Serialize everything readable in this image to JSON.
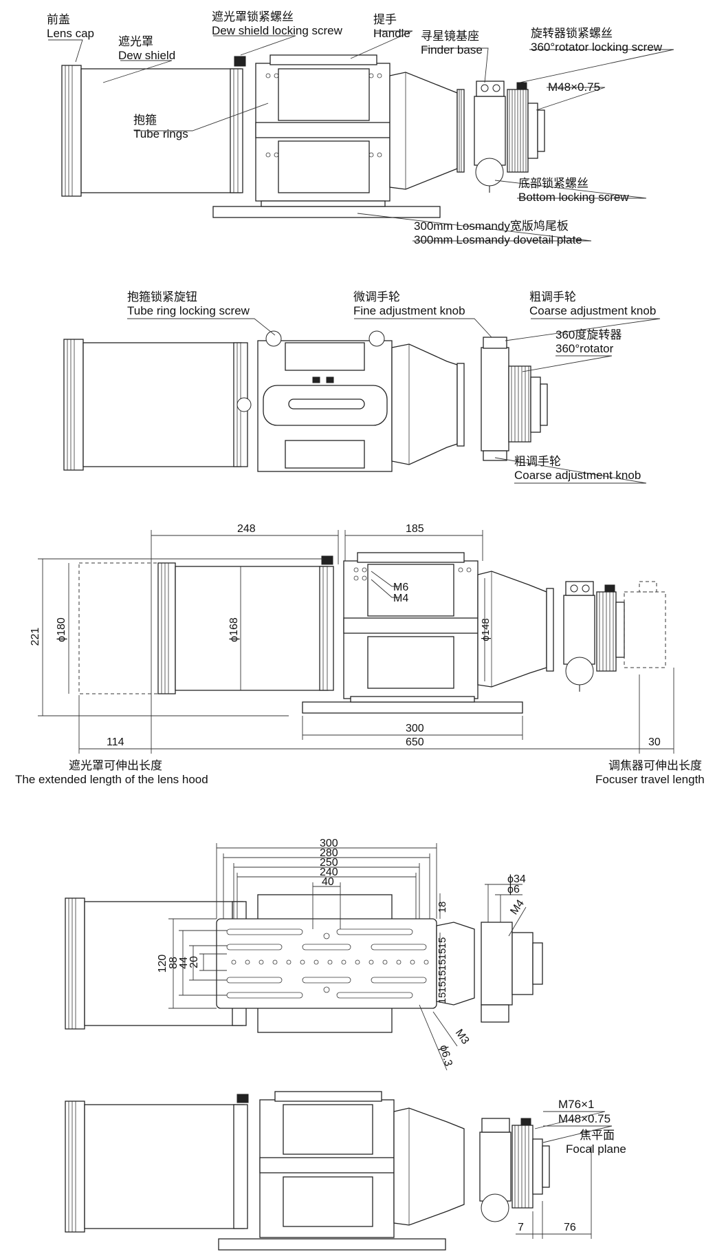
{
  "view1": {
    "lens_cap_cn": "前盖",
    "lens_cap_en": "Lens cap",
    "dew_shield_cn": "遮光罩",
    "dew_shield_en": "Dew shield",
    "dew_screw_cn": "遮光罩锁紧螺丝",
    "dew_screw_en": "Dew shield locking screw",
    "handle_cn": "提手",
    "handle_en": "Handle",
    "finder_cn": "寻星镜基座",
    "finder_en": "Finder base",
    "rot_screw_cn": "旋转器锁紧螺丝",
    "rot_screw_en": "360°rotator locking screw",
    "thread": "M48×0.75",
    "tube_rings_cn": "抱箍",
    "tube_rings_en": "Tube rings",
    "bottom_screw_cn": "底部锁紧螺丝",
    "bottom_screw_en": "Bottom locking screw",
    "dovetail_cn": "300mm Losmandy宽版鸠尾板",
    "dovetail_en": "300mm Losmandy dovetail plate"
  },
  "view2": {
    "ring_knob_cn": "抱箍锁紧旋钮",
    "ring_knob_en": "Tube ring locking screw",
    "fine_cn": "微调手轮",
    "fine_en": "Fine adjustment knob",
    "coarse_cn": "粗调手轮",
    "coarse_en": "Coarse adjustment knob",
    "rotator_cn": "360度旋转器",
    "rotator_en": "360°rotator",
    "coarse2_cn": "粗调手轮",
    "coarse2_en": "Coarse adjustment knob"
  },
  "view3": {
    "d248": "248",
    "d185": "185",
    "d221": "221",
    "phi180": "ϕ180",
    "phi168": "ϕ168",
    "phi148": "ϕ148",
    "m6": "M6",
    "m4": "M4",
    "d300": "300",
    "d114": "114",
    "d650": "650",
    "d30": "30",
    "hood_cn": "遮光罩可伸出长度",
    "hood_en": "The extended length of the lens hood",
    "focuser_cn": "调焦器可伸出长度",
    "focuser_en": "Focuser travel length"
  },
  "view4": {
    "w300": "300",
    "w280": "280",
    "w250": "250",
    "w240": "240",
    "w40": "40",
    "phi34": "ϕ34",
    "phi6": "ϕ6",
    "m4": "M4",
    "h120": "120",
    "h88": "88",
    "h44": "44",
    "h20": "20",
    "v18": "18",
    "v15a": "15",
    "v15b": "15",
    "v15c": "15",
    "v15d": "15",
    "v15e": "15",
    "v15f": "15",
    "m3": "M3",
    "phi63": "ϕ6.3"
  },
  "view5": {
    "m76": "M76×1",
    "m48": "M48×0.75",
    "focal_cn": "焦平面",
    "focal_en": "Focal plane",
    "d7": "7",
    "d76": "76"
  }
}
